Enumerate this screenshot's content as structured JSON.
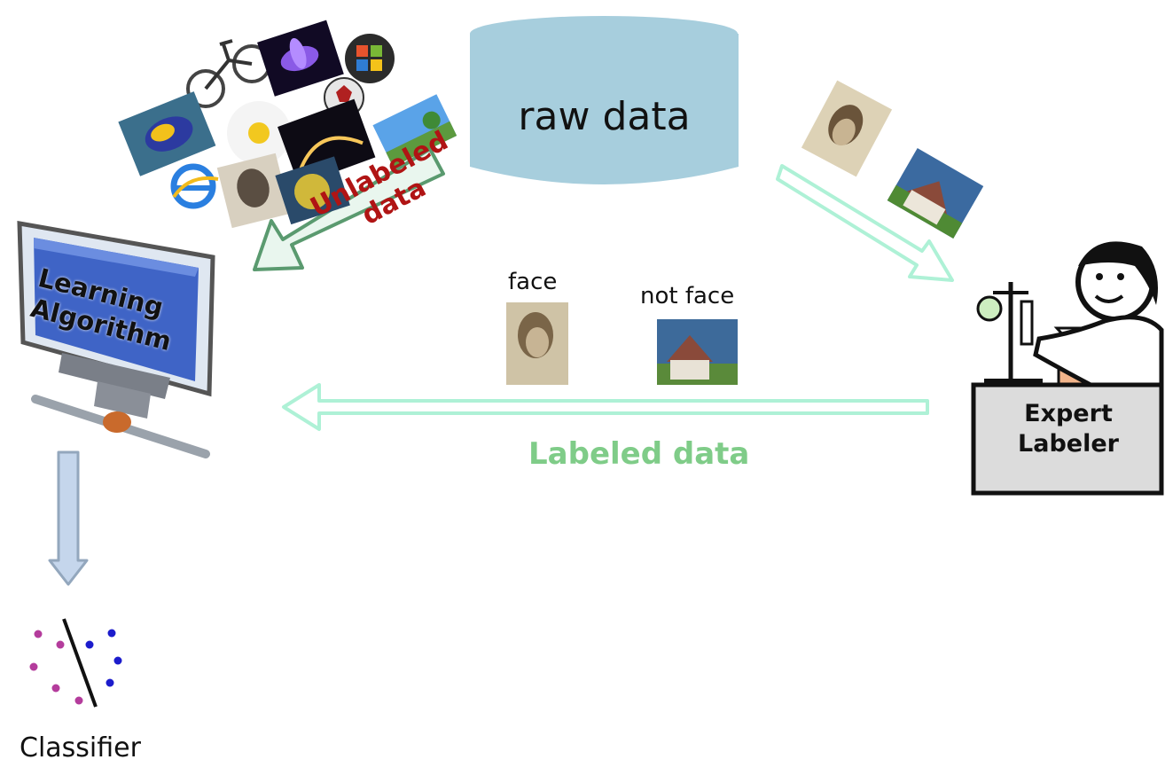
{
  "raw_data_label": "raw data",
  "unlabeled_label": "Unlabeled\ndata",
  "face_label": "face",
  "not_face_label": "not face",
  "labeled_label": "Labeled data",
  "learning_label": "Learning\nAlgorithm",
  "expert_label": "Expert\nLabeler",
  "classifier_label": "Classifier",
  "colors": {
    "cylinder": "#a7cedd",
    "unlabeled_arrow_fill": "#e9f6ee",
    "unlabeled_arrow_stroke": "#5a9a6f",
    "labeled_arrow_stroke": "#aef1d6",
    "down_arrow_fill": "#c5d6ec",
    "down_arrow_stroke": "#93a7bd",
    "unlabeled_text": "#b01414",
    "labeled_text": "#7fcc88",
    "class_a": "#b43c9c",
    "class_b": "#1c1ccc"
  }
}
